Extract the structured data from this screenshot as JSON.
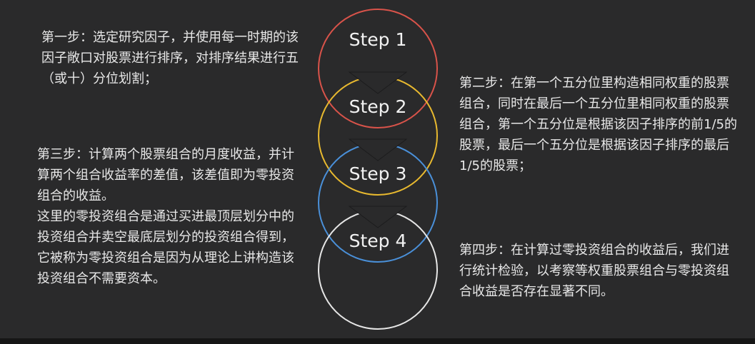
{
  "steps": [
    {
      "label": "Step 1",
      "color": "#d9534a",
      "text": [
        "第一步：选定研究因子，并使用每一时期的该因子敞口对股票进行排序，对排序结果进行五（或十）分位划割；"
      ]
    },
    {
      "label": "Step 2",
      "color": "#e8b92f",
      "text": [
        "第二步：在第一个五分位里构造相同权重的股票组合，同时在最后一个五分位里相同权重的股票组合，第一个五分位是根据该因子排序的前1/5的股票，最后一个五分位是根据该因子排序的最后1/5的股票；"
      ]
    },
    {
      "label": "Step 3",
      "color": "#4a90d9",
      "text": [
        "第三步：计算两个股票组合的月度收益，并计算两个组合收益率的差值，该差值即为零投资组合的收益。",
        "这里的零投资组合是通过买进最顶层划分中的投资组合并卖空最底层划分的投资组合得到，它被称为零投资组合是因为从理论上讲构造该投资组合不需要资本。"
      ]
    },
    {
      "label": "Step 4",
      "color": "#e6e6e6",
      "text": [
        "第四步：在计算过零投资组合的收益后，我们进行统计检验，以考察等权重股票组合与零投资组合收益是否存在显著不同。"
      ]
    }
  ],
  "colors": {
    "background": "#2a2a2b",
    "text": "#e8e8e8",
    "arrow": "#2a2a2b"
  }
}
